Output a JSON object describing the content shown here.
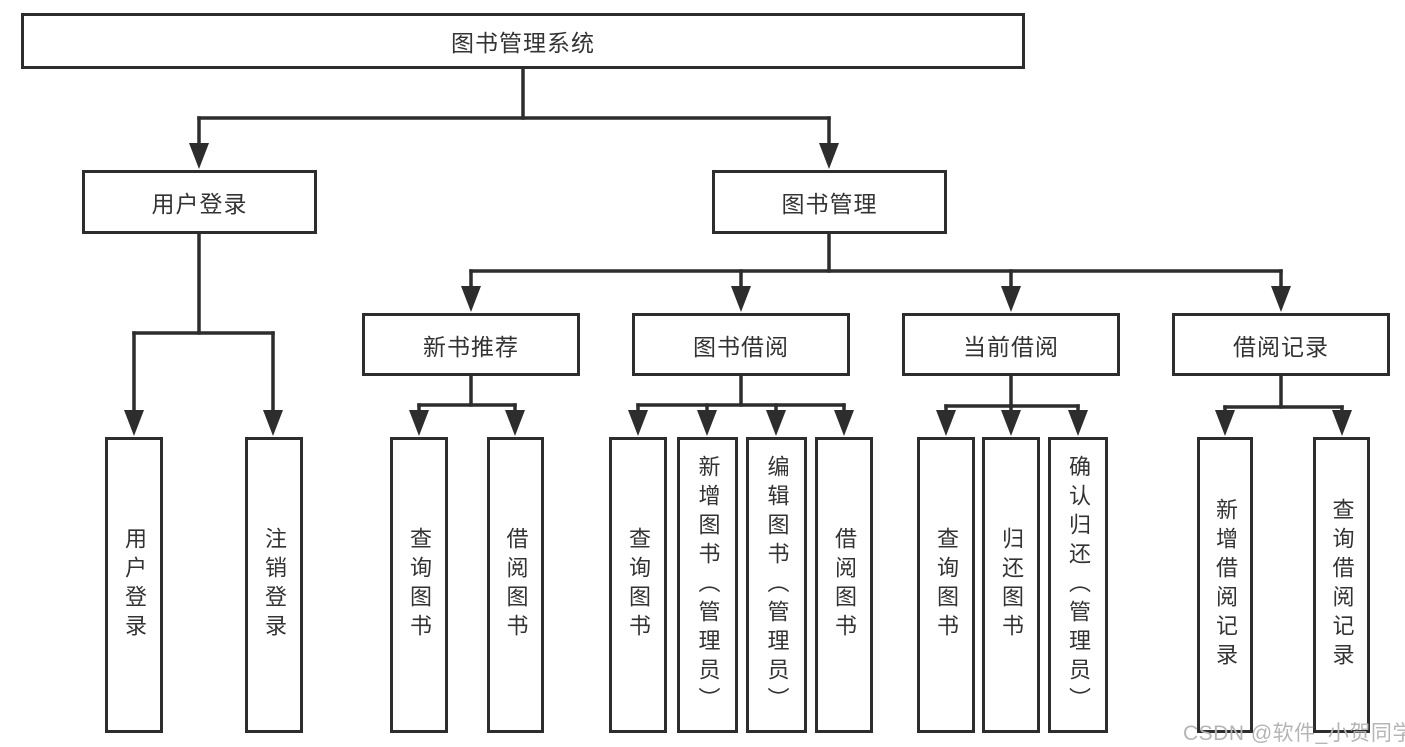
{
  "diagram": {
    "root": {
      "label": "图书管理系统"
    },
    "level2": [
      {
        "label": "用户登录"
      },
      {
        "label": "图书管理"
      }
    ],
    "level3": [
      {
        "label": "新书推荐"
      },
      {
        "label": "图书借阅"
      },
      {
        "label": "当前借阅"
      },
      {
        "label": "借阅记录"
      }
    ],
    "leaves": [
      {
        "label": "用户登录"
      },
      {
        "label": "注销登录"
      },
      {
        "label": "查询图书"
      },
      {
        "label": "借阅图书"
      },
      {
        "label": "查询图书"
      },
      {
        "label": "新增图书（管理员）"
      },
      {
        "label": "编辑图书（管理员）"
      },
      {
        "label": "借阅图书"
      },
      {
        "label": "查询图书"
      },
      {
        "label": "归还图书"
      },
      {
        "label": "确认归还（管理员）"
      },
      {
        "label": "新增借阅记录"
      },
      {
        "label": "查询借阅记录"
      }
    ],
    "watermark": {
      "text": "CSDN @软件_小贺同学"
    },
    "colors": {
      "line": "#2d2d2d",
      "text": "#333333",
      "box_background": "#ffffff",
      "background": "#ffffff",
      "watermark": "#b5b5b5"
    }
  }
}
